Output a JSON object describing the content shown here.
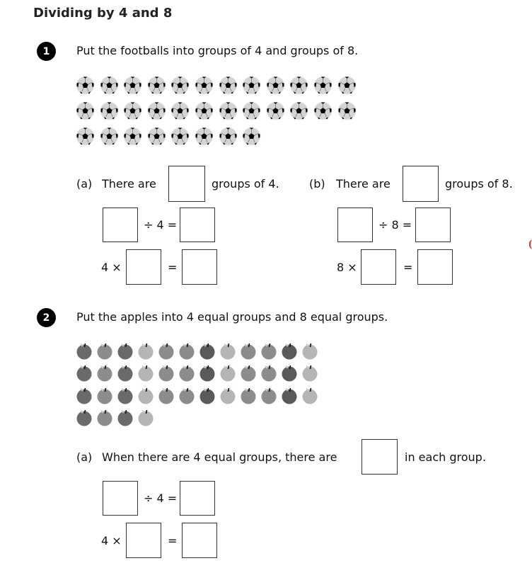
{
  "title": "Dividing by 4 and 8",
  "q1": {
    "number": "1",
    "prompt": "Put the footballs into groups of 4 and groups of 8.",
    "football_count": 32,
    "a": {
      "label": "(a)",
      "pre": "There are",
      "post": "groups of 4.",
      "div": "÷ 4 =",
      "mul": "4 ×",
      "eq": "="
    },
    "b": {
      "label": "(b)",
      "pre": "There are",
      "post": "groups of 8.",
      "div": "÷ 8 =",
      "mul": "8 ×",
      "eq": "="
    }
  },
  "q2": {
    "number": "2",
    "prompt": "Put the apples into 4 equal groups and 8 equal groups.",
    "apple_count": 40,
    "apple_shades": [
      "#6a6a6a",
      "#8c8c8c",
      "#6a6a6a",
      "#b5b5b5",
      "#8c8c8c",
      "#8c8c8c",
      "#5a5a5a",
      "#b5b5b5",
      "#8c8c8c",
      "#8c8c8c",
      "#5a5a5a",
      "#b5b5b5"
    ],
    "a": {
      "label": "(a)",
      "pre": "When there are 4 equal groups, there are",
      "post": "in each group.",
      "div": "÷ 4 =",
      "mul": "4 ×",
      "eq": "="
    }
  }
}
